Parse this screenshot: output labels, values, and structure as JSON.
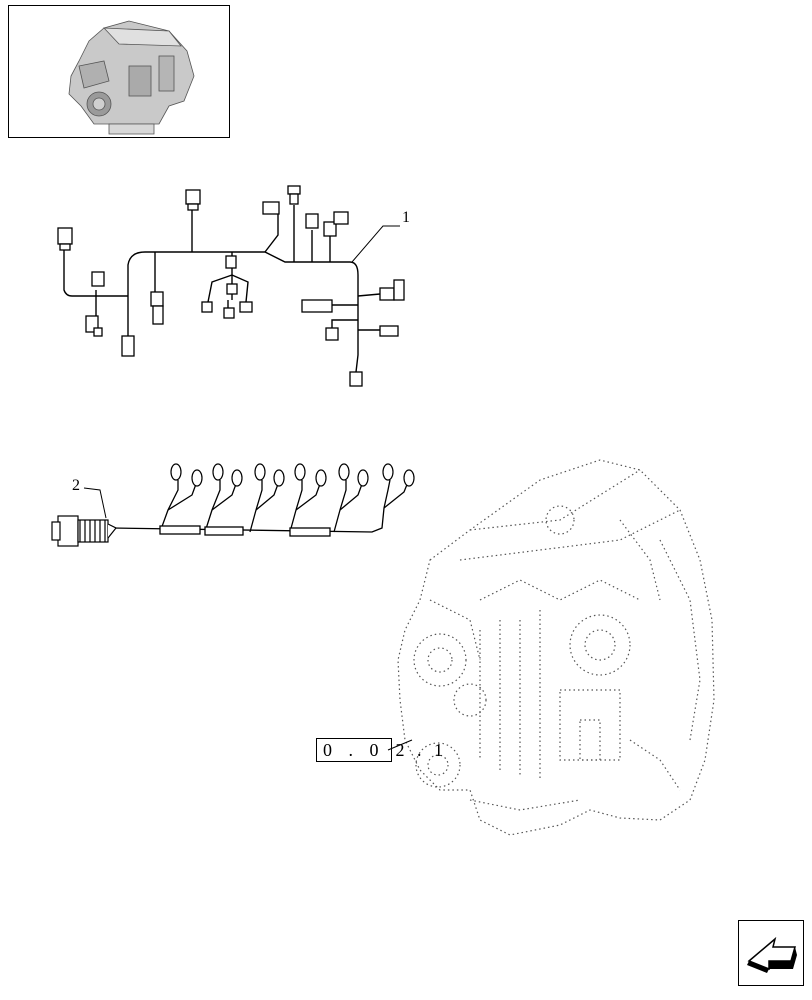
{
  "callouts": {
    "harness_1": "1",
    "harness_2": "2"
  },
  "reference": {
    "boxed": "0 . 0",
    "tail": "2 . 1"
  },
  "icons": {
    "thumbnail": "engine-thumbnail-icon",
    "next": "next-page-arrow-icon"
  }
}
